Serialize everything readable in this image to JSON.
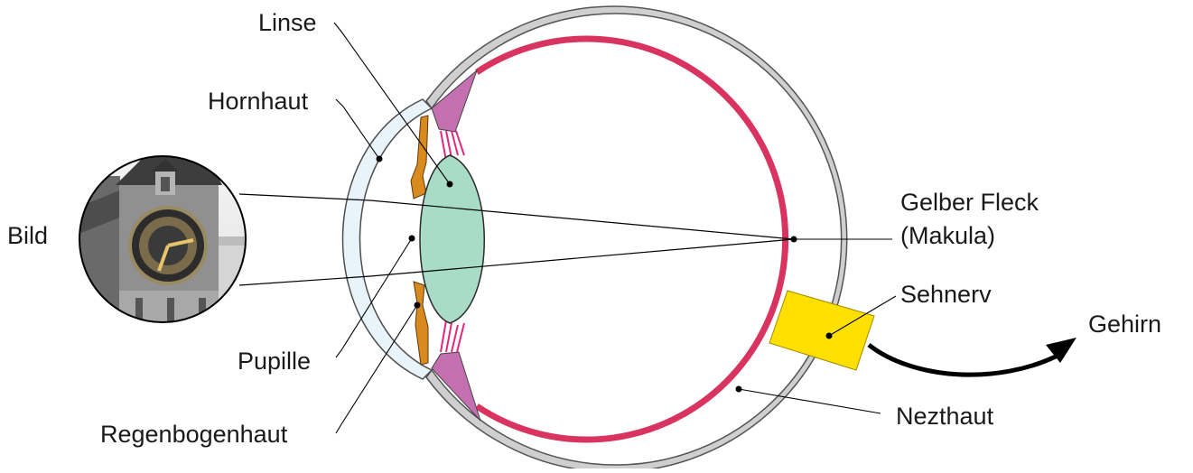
{
  "labels": {
    "linse": "Linse",
    "hornhaut": "Hornhaut",
    "bild": "Bild",
    "pupille": "Pupille",
    "regenbogenhaut": "Regenbogenhaut",
    "gelber_fleck_line1": "Gelber Fleck",
    "gelber_fleck_line2": "(Makula)",
    "sehnerv": "Sehnerv",
    "gehirn": "Gehirn",
    "nezthaut": "Nezthaut"
  },
  "colors": {
    "sclera": "#cfcfcf",
    "retina": "#d8345f",
    "ciliary_body": "#c46fb0",
    "zonule_fibers": "#e0287e",
    "iris": "#d98a1e",
    "lens": "#a8dcc7",
    "cornea": "#e8f3fa",
    "optic_nerve": "#ffe000",
    "leader_lines": "#000000"
  }
}
